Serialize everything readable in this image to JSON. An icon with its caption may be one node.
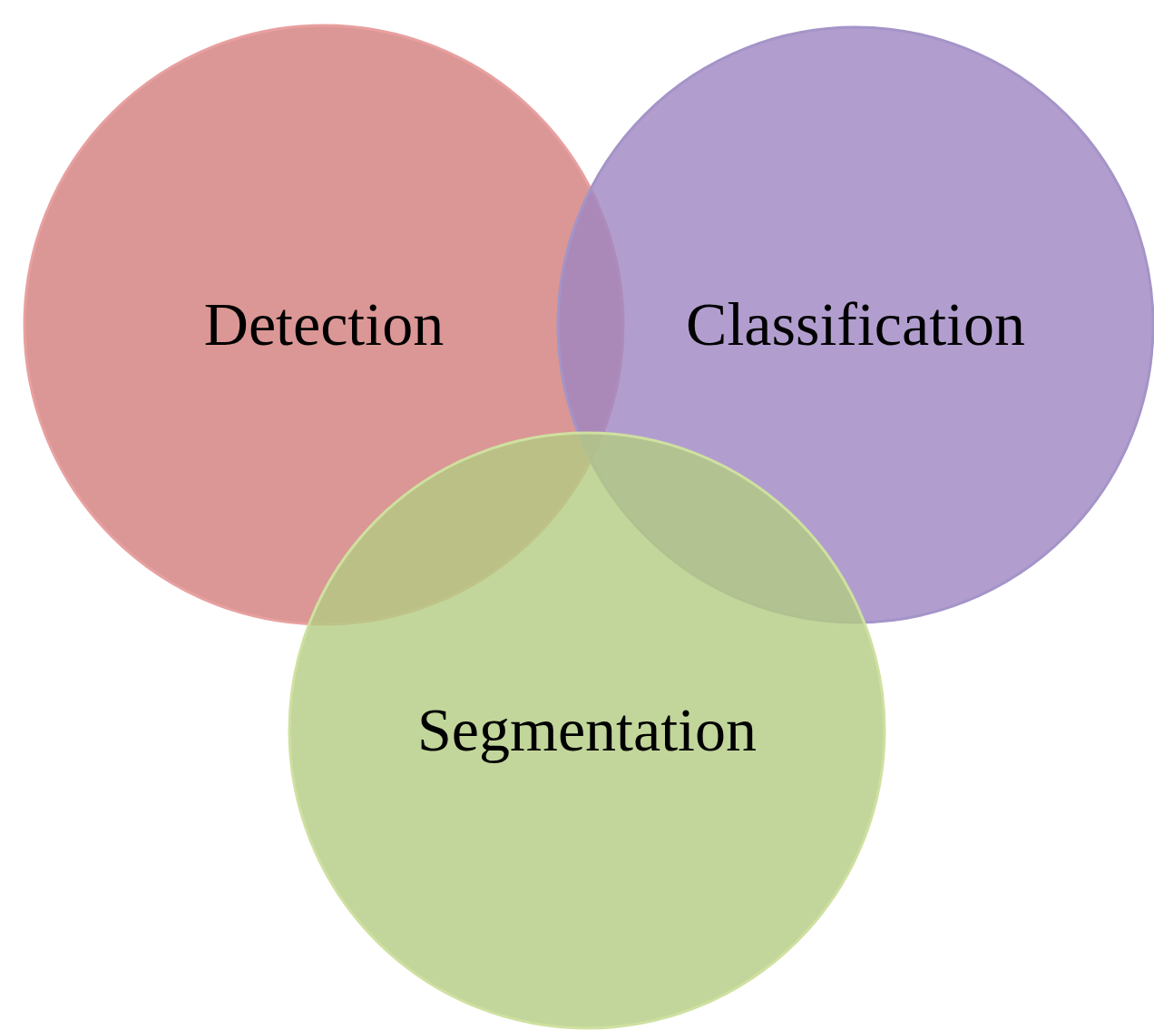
{
  "diagram": {
    "nodes": [
      {
        "text": [
          "Detection"
        ]
      },
      {
        "text": [
          "Classification"
        ]
      },
      {
        "text": [
          "Segmentation"
        ]
      }
    ]
  }
}
